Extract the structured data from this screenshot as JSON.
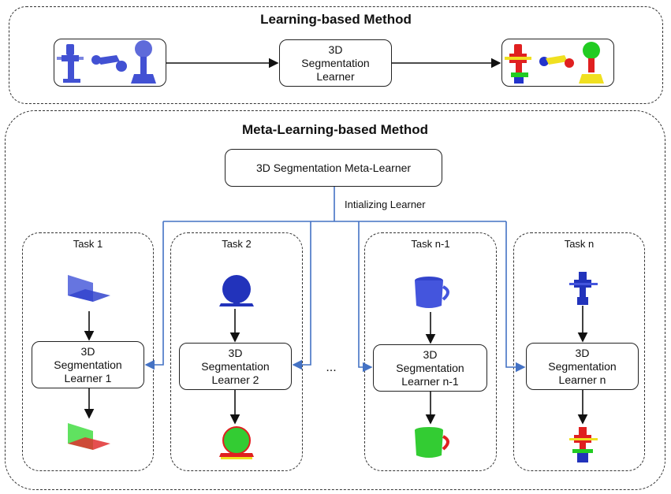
{
  "learning_section": {
    "title": "Learning-based Method",
    "learner_label": "3D\nSegmentation\nLearner"
  },
  "meta_section": {
    "title": "Meta-Learning-based Method",
    "meta_learner_label": "3D Segmentation Meta-Learner",
    "init_label": "Intializing Learner",
    "ellipsis": "...",
    "tasks": [
      {
        "title": "Task 1",
        "learner": "3D\nSegmentation\nLearner 1"
      },
      {
        "title": "Task 2",
        "learner": "3D\nSegmentation\nLearner 2"
      },
      {
        "title": "Task n-1",
        "learner": "3D\nSegmentation\nLearner n-1"
      },
      {
        "title": "Task n",
        "learner": "3D\nSegmentation\nLearner n"
      }
    ]
  },
  "colors": {
    "point_cloud_input": "#2233cc",
    "arrow_blue": "#4472c4",
    "seg_red": "#e02020",
    "seg_green": "#22cc22",
    "seg_yellow": "#f0e020"
  }
}
